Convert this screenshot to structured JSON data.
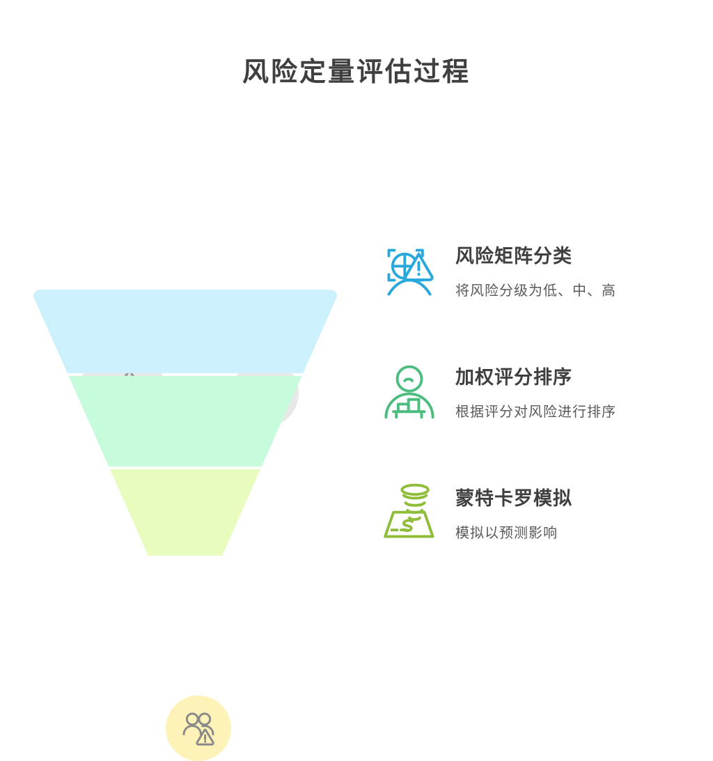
{
  "header": {
    "title": "风险定量评估过程"
  },
  "funnel": {
    "name": "risk-assessment-funnel",
    "stages": [
      {
        "id": "stage-1",
        "color": "#ccf0fc",
        "label": ""
      },
      {
        "id": "stage-2",
        "color": "#c6fcdc",
        "label": ""
      },
      {
        "id": "stage-3",
        "color": "#e8fcbe",
        "label": ""
      }
    ],
    "inputs": [
      {
        "id": "input-1",
        "icon": "helmet-warning-icon",
        "bg": "#e8e8e8"
      },
      {
        "id": "input-2",
        "icon": "helmet-warning-icon",
        "bg": "#e8e8e8"
      },
      {
        "id": "input-3",
        "icon": "helmet-warning-icon",
        "bg": "#e8e8e8"
      }
    ],
    "outcome": {
      "id": "funnel-outcome",
      "icon": "people-warning-icon",
      "bg": "#fdf3b8"
    }
  },
  "steps": [
    {
      "icon": "risk-matrix-scan-icon",
      "color": "#29a8dc",
      "title": "风险矩阵分类",
      "desc": "将风险分级为低、中、高"
    },
    {
      "icon": "person-score-chart-icon",
      "color": "#4cbd7f",
      "title": "加权评分排序",
      "desc": "根据评分对风险进行排序"
    },
    {
      "icon": "tornado-impact-icon",
      "color": "#8fbd3a",
      "title": "蒙特卡罗模拟",
      "desc": "模拟以预测影响"
    }
  ]
}
